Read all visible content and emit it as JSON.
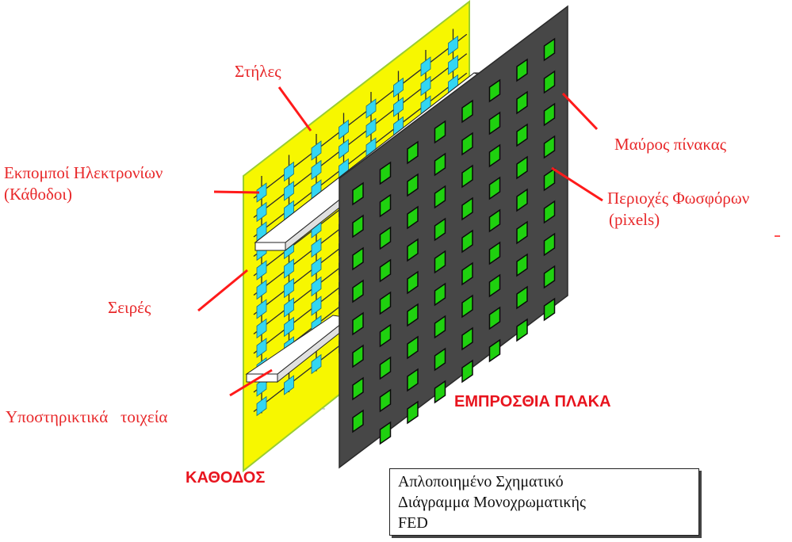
{
  "labels": {
    "columns": "Στήλες",
    "emitters_line1": "Εκπομποί Ηλεκτρονίων",
    "emitters_line2": "(Κάθοδοι)",
    "rows": "Σειρές",
    "supports": "Υποστηρικτικά   τοιχεία",
    "cathode": "ΚΑΘΟΔΟΣ",
    "black_panel": "Μαύρος πίνακας",
    "phosphor_line1": "Περιοχές Φωσφόρων",
    "phosphor_line2": "(pixels)",
    "front_plate": "ΕΜΠΡΟΣΘΙΑ ΠΛΑΚΑ"
  },
  "caption": {
    "line1": "Απλοποιημένο Σχηματικό",
    "line2": "Διάγραμμα Μονοχρωματικής",
    "line3": "FED"
  },
  "colors": {
    "cathode_plate": "#f7f700",
    "cathode_border": "#9acd32",
    "emitter": "#33d6f2",
    "front_plate": "#474747",
    "phosphor": "#1fd10f",
    "label_red": "#e8282a",
    "pointer_line": "#ff1a1a",
    "support_bar": "#ffffff"
  }
}
